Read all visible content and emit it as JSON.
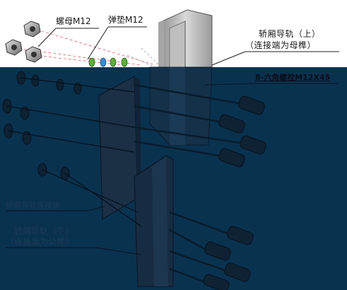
{
  "labels": {
    "nut": "螺母M12",
    "spring_washer": "弹垫M12",
    "upper_rail": "轿厢导轨（上）",
    "upper_rail_note": "（连接端为母榫）",
    "bolt": "8-六角螺栓M12X45",
    "joint_plate": "轿厢导轨连接板",
    "lower_rail": "轿厢导轨（下）",
    "lower_rail_note": "（连接端为公榫）"
  },
  "colors": {
    "background_top": "#ffffff",
    "overlay": "#0b3a5a",
    "part_dark": "#152a3d",
    "part_light": "#b8b8b8",
    "leader": "#0a1a2a"
  }
}
